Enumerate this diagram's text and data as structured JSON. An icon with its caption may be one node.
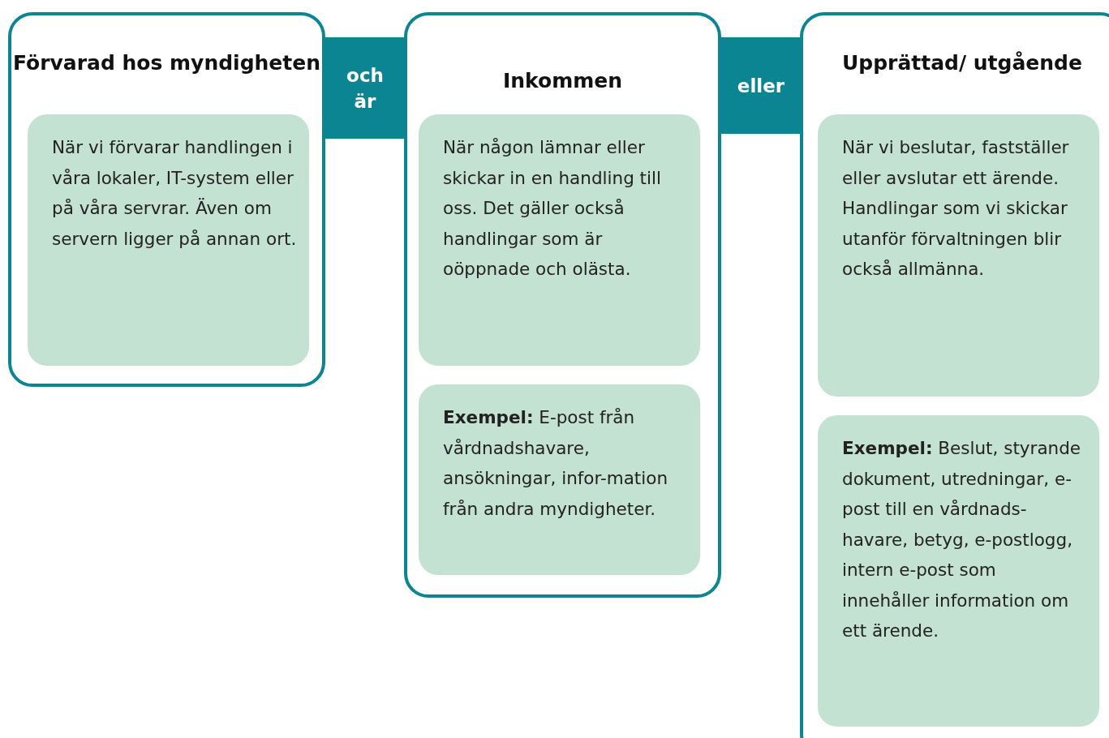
{
  "diagram": {
    "nodes": [
      {
        "text": [
          "Förvarad hos myndigheten"
        ]
      },
      {
        "text": [
          "När vi förvarar handlingen i våra lokaler, IT-system eller på våra servrar. Även om servern ligger på annan ort."
        ],
        "in": 0
      },
      {
        "text": [
          "och är"
        ]
      },
      {
        "text": [
          "Inkommen"
        ]
      },
      {
        "text": [
          "När någon lämnar eller skickar in en handling till oss. Det gäller också handlingar som är oöppnade och olästa."
        ],
        "in": 3
      },
      {
        "text": [
          "**Exempel:** E-post från vårdnadshavare, ansökningar, infor-mation från andra myndigheter."
        ],
        "in": 3
      },
      {
        "text": [
          "eller"
        ]
      },
      {
        "text": [
          "Upprättad/ utgående"
        ]
      },
      {
        "text": [
          "När vi beslutar, fastställer eller avslutar ett ärende. Handlingar som vi skickar utanför förvaltningen blir också allmänna."
        ],
        "in": 7
      },
      {
        "text": [
          "**Exempel:** Beslut, styrande dokument, utredningar, e-post till en vårdnads-havare, betyg, e-postlogg, intern e-post som innehåller information om ett ärende."
        ],
        "in": 7
      }
    ]
  }
}
